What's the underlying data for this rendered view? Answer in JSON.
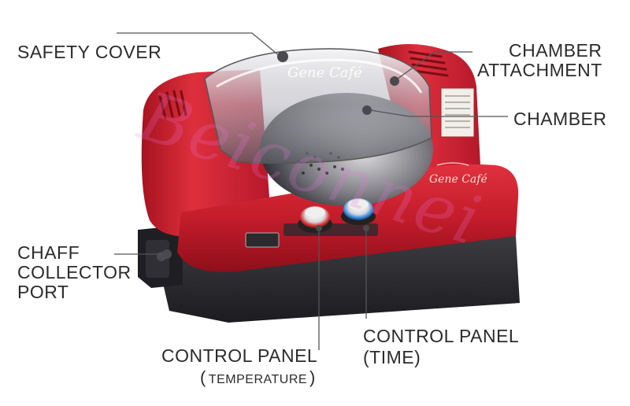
{
  "labels": {
    "safety_cover": "SAFETY COVER",
    "chamber_attachment_line1": "CHAMBER",
    "chamber_attachment_line2": "ATTACHMENT",
    "chamber": "CHAMBER",
    "chaff_line1": "CHAFF",
    "chaff_line2": "COLLECTOR",
    "chaff_line3": "PORT",
    "control_panel_time_line1": "CONTROL PANEL",
    "control_panel_time_line2": "(TIME)",
    "control_panel_temp_line1": "CONTROL PANEL",
    "control_panel_temp_line2_open": "(",
    "control_panel_temp_line2_text": "TEMPERATURE",
    "control_panel_temp_line2_close": ")"
  },
  "product": {
    "logo_text": "Gene Café",
    "watermark_text": "Beiconnei",
    "body_color": "#c81e2c",
    "base_color": "#2a2a2e",
    "knob_temperature_color": "#d43a3a",
    "knob_time_color": "#3a8ee0"
  }
}
